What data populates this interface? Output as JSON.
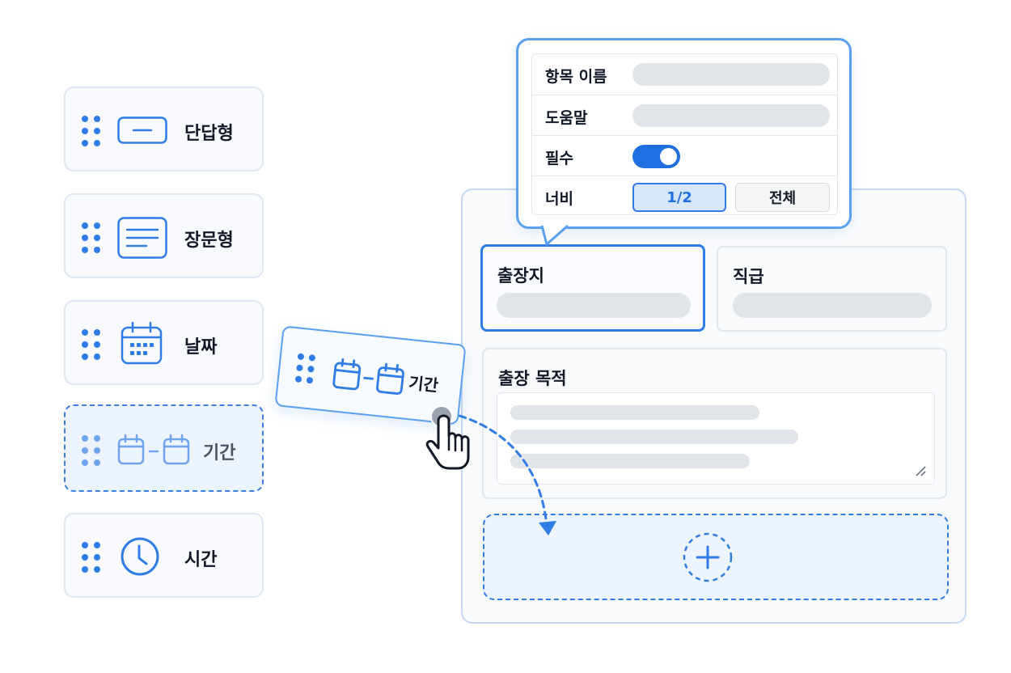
{
  "palette": {
    "items": [
      {
        "id": "short-answer",
        "label": "단답형",
        "icon": "short-text-icon"
      },
      {
        "id": "long-answer",
        "label": "장문형",
        "icon": "paragraph-icon"
      },
      {
        "id": "date",
        "label": "날짜",
        "icon": "calendar-icon"
      },
      {
        "id": "period",
        "label": "기간",
        "icon": "date-range-icon"
      },
      {
        "id": "time",
        "label": "시간",
        "icon": "clock-icon"
      }
    ]
  },
  "drag_chip": {
    "label": "기간",
    "icon": "date-range-icon"
  },
  "popover": {
    "rows": [
      {
        "label": "항목 이름"
      },
      {
        "label": "도움말"
      },
      {
        "label": "필수"
      },
      {
        "label": "너비"
      }
    ],
    "required_on": true,
    "width_options": [
      "1/2",
      "전체"
    ],
    "width_selected": "1/2"
  },
  "form": {
    "fields": [
      {
        "label": "출장지",
        "selected": true
      },
      {
        "label": "직급",
        "selected": false
      },
      {
        "label": "출장 목적",
        "selected": false
      }
    ],
    "add_icon": "plus-circle-icon"
  },
  "colors": {
    "accent": "#2f7ce6",
    "toggle_on": "#1f6fe0",
    "skeleton": "#e1e4e9",
    "panel_border": "#dfe7f2"
  }
}
